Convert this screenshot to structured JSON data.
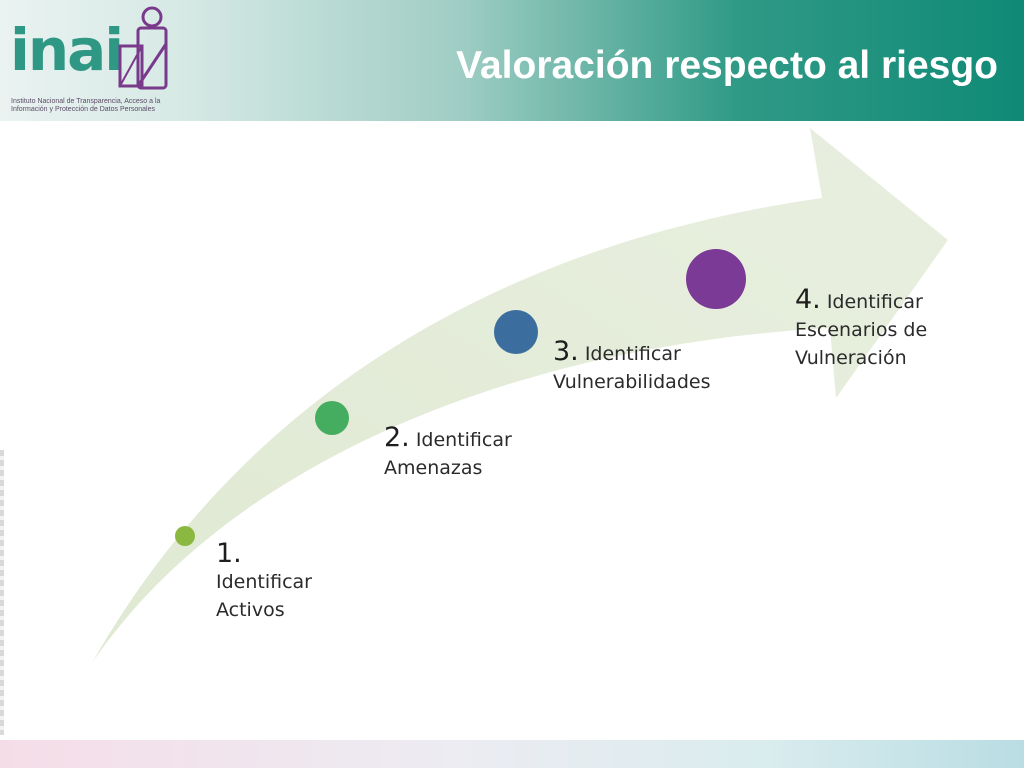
{
  "header": {
    "title": "Valoración respecto al riesgo",
    "logo_text": "inai",
    "logo_subtitle": "Instituto Nacional de Transparencia, Acceso a la Información y Protección de Datos Personales"
  },
  "colors": {
    "header_teal": "#0f8a76",
    "logo_green": "#2e9884",
    "logo_purple": "#7a3a8c",
    "arrow_fill": "#e4ecd9",
    "dot_step1": "#8bb840",
    "dot_step2": "#44ad60",
    "dot_step3": "#3b6e9e",
    "dot_step4": "#7b3a96"
  },
  "steps": [
    {
      "number": "1.",
      "text_line1": "Identificar",
      "text_line2": "Activos"
    },
    {
      "number": "2.",
      "text_line1": "Identificar",
      "text_line2": "Amenazas"
    },
    {
      "number": "3.",
      "text_line1": "Identificar",
      "text_line2": "Vulnerabilidades"
    },
    {
      "number": "4.",
      "text_line1": "Identificar",
      "text_line2": "Escenarios de",
      "text_line3": "Vulneración"
    }
  ]
}
